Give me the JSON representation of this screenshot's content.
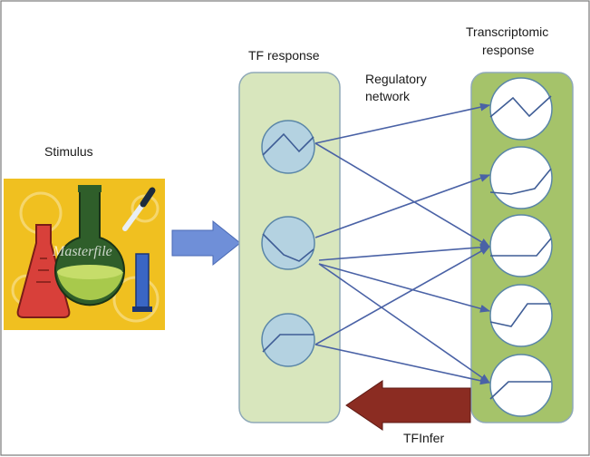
{
  "labels": {
    "stimulus": "Stimulus",
    "tf_response": "TF response",
    "regulatory_network_line1": "Regulatory",
    "regulatory_network_line2": "network",
    "transcriptomic_line1": "Transcriptomic",
    "transcriptomic_line2": "response",
    "tfinfer": "TFInfer"
  },
  "stock_image": {
    "watermark": "Masterfile",
    "description_icons": [
      "flask-icon",
      "beaker-icon",
      "cylinder-icon",
      "dropper-icon"
    ]
  },
  "colors": {
    "frame_border": "#7a7a7a",
    "tf_panel_fill": "#d8e6bd",
    "tf_panel_stroke": "#8fa9b8",
    "transcript_panel_fill": "#a5c36a",
    "node_fill": "#b4d2e1",
    "node_stroke": "#5a86a8",
    "target_node_fill": "#ffffff",
    "arrow_edge": "#4a62a6",
    "stimulus_arrow": "#6f8fd8",
    "tfinfer_arrow": "#8b2c22",
    "stock_bg": "#f0c020"
  },
  "tf_nodes": [
    {
      "id": "tf1",
      "profile": "zigzag"
    },
    {
      "id": "tf2",
      "profile": "dip"
    },
    {
      "id": "tf3",
      "profile": "rise-plateau"
    }
  ],
  "target_nodes": [
    {
      "id": "g1",
      "profile": "zigzag"
    },
    {
      "id": "g2",
      "profile": "flat-rise"
    },
    {
      "id": "g3",
      "profile": "flat-rise"
    },
    {
      "id": "g4",
      "profile": "dip-rise"
    },
    {
      "id": "g5",
      "profile": "rise-plateau"
    }
  ],
  "edges": [
    {
      "from": "tf1",
      "to": "g1"
    },
    {
      "from": "tf1",
      "to": "g3"
    },
    {
      "from": "tf2",
      "to": "g2"
    },
    {
      "from": "tf2",
      "to": "g3"
    },
    {
      "from": "tf2",
      "to": "g4"
    },
    {
      "from": "tf2",
      "to": "g5"
    },
    {
      "from": "tf3",
      "to": "g3"
    },
    {
      "from": "tf3",
      "to": "g5"
    }
  ]
}
